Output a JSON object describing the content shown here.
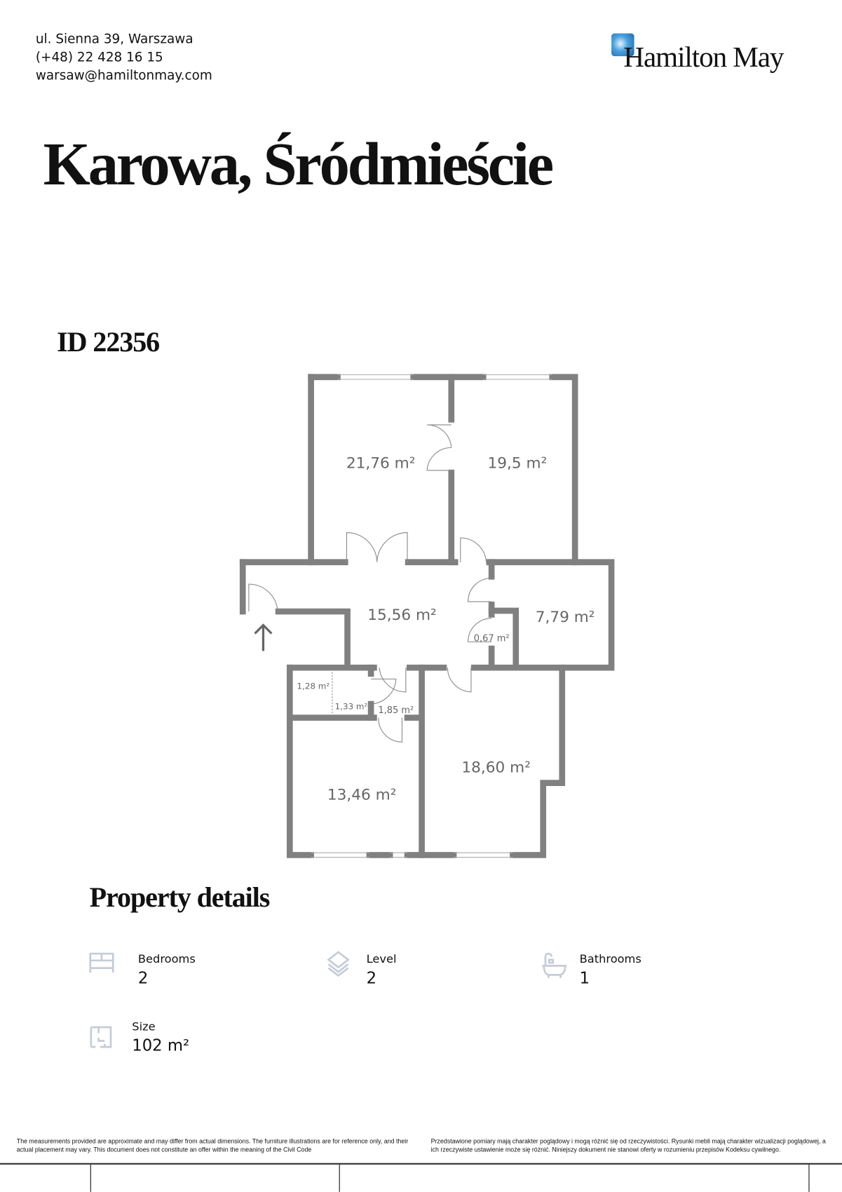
{
  "header": {
    "address": "ul. Sienna 39, Warszawa",
    "phone": "(+48) 22 428 16 15",
    "email": "warsaw@hamiltonmay.com",
    "logo_text": "Hamilton May"
  },
  "title": "Karowa, Śródmieście",
  "listing_id": "ID 22356",
  "floor_plan": {
    "rooms": [
      "21,76 m²",
      "19,5 m²",
      "15,56 m²",
      "7,79 m²",
      "0,67 m²",
      "1,28 m²",
      "1,33 m²",
      "1,85 m²",
      "18,60 m²",
      "13,46 m²"
    ]
  },
  "details": {
    "heading": "Property details",
    "items": [
      {
        "label": "Bedrooms",
        "value": "2",
        "icon": "bed-icon"
      },
      {
        "label": "Level",
        "value": "2",
        "icon": "layers-icon"
      },
      {
        "label": "Bathrooms",
        "value": "1",
        "icon": "bathtub-icon"
      },
      {
        "label": "Size",
        "value": "102 m²",
        "icon": "floorplan-icon"
      }
    ]
  },
  "footer": {
    "disclaimer_en": "The measurements provided are approximate and may differ from actual dimensions. The furniture illustrations are for reference only, and their actual placement may vary. This document does not constitute an offer within the meaning of the Civil Code",
    "disclaimer_pl": "Przedstawione pomiary mają charakter poglądowy i mogą różnić się od rzeczywistości. Rysunki mebli mają charakter wizualizacji poglądowej, a ich rzeczywiste ustawienie może się różnić. Niniejszy dokument nie stanowi oferty w rozumieniu przepisów Kodeksu cywilnego."
  },
  "colors": {
    "wall": "#808080",
    "icon": "#c5ccd8",
    "logo_blue": "#1f78c8"
  }
}
